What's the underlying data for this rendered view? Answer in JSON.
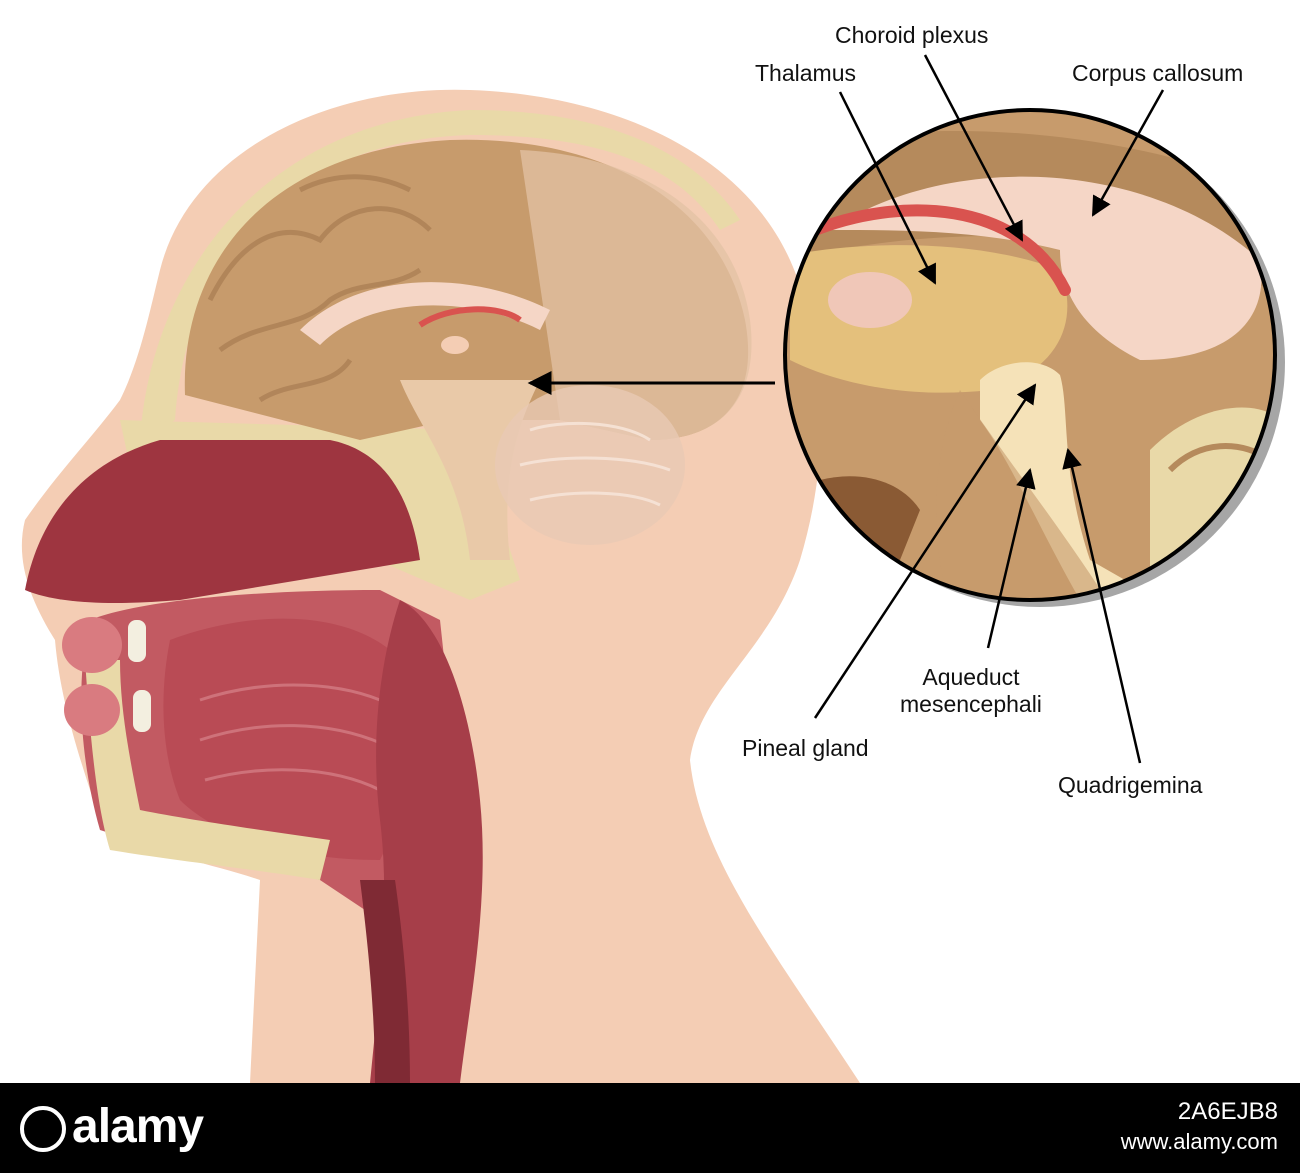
{
  "labels": {
    "choroid_plexus": "Choroid plexus",
    "thalamus": "Thalamus",
    "corpus_callosum": "Corpus callosum",
    "aqueduct_line1": "Aqueduct",
    "aqueduct_line2": "mesencephali",
    "pineal_gland": "Pineal gland",
    "quadrigemina": "Quadrigemina"
  },
  "footer": {
    "logo": "alamy",
    "image_id": "2A6EJB8",
    "url": "www.alamy.com"
  },
  "colors": {
    "skin": "#f4cdb4",
    "bone": "#e9d9a8",
    "brain": "#c79b6c",
    "tissue": "#b94b55",
    "choroid": "#d9534f",
    "background": "#ffffff"
  }
}
